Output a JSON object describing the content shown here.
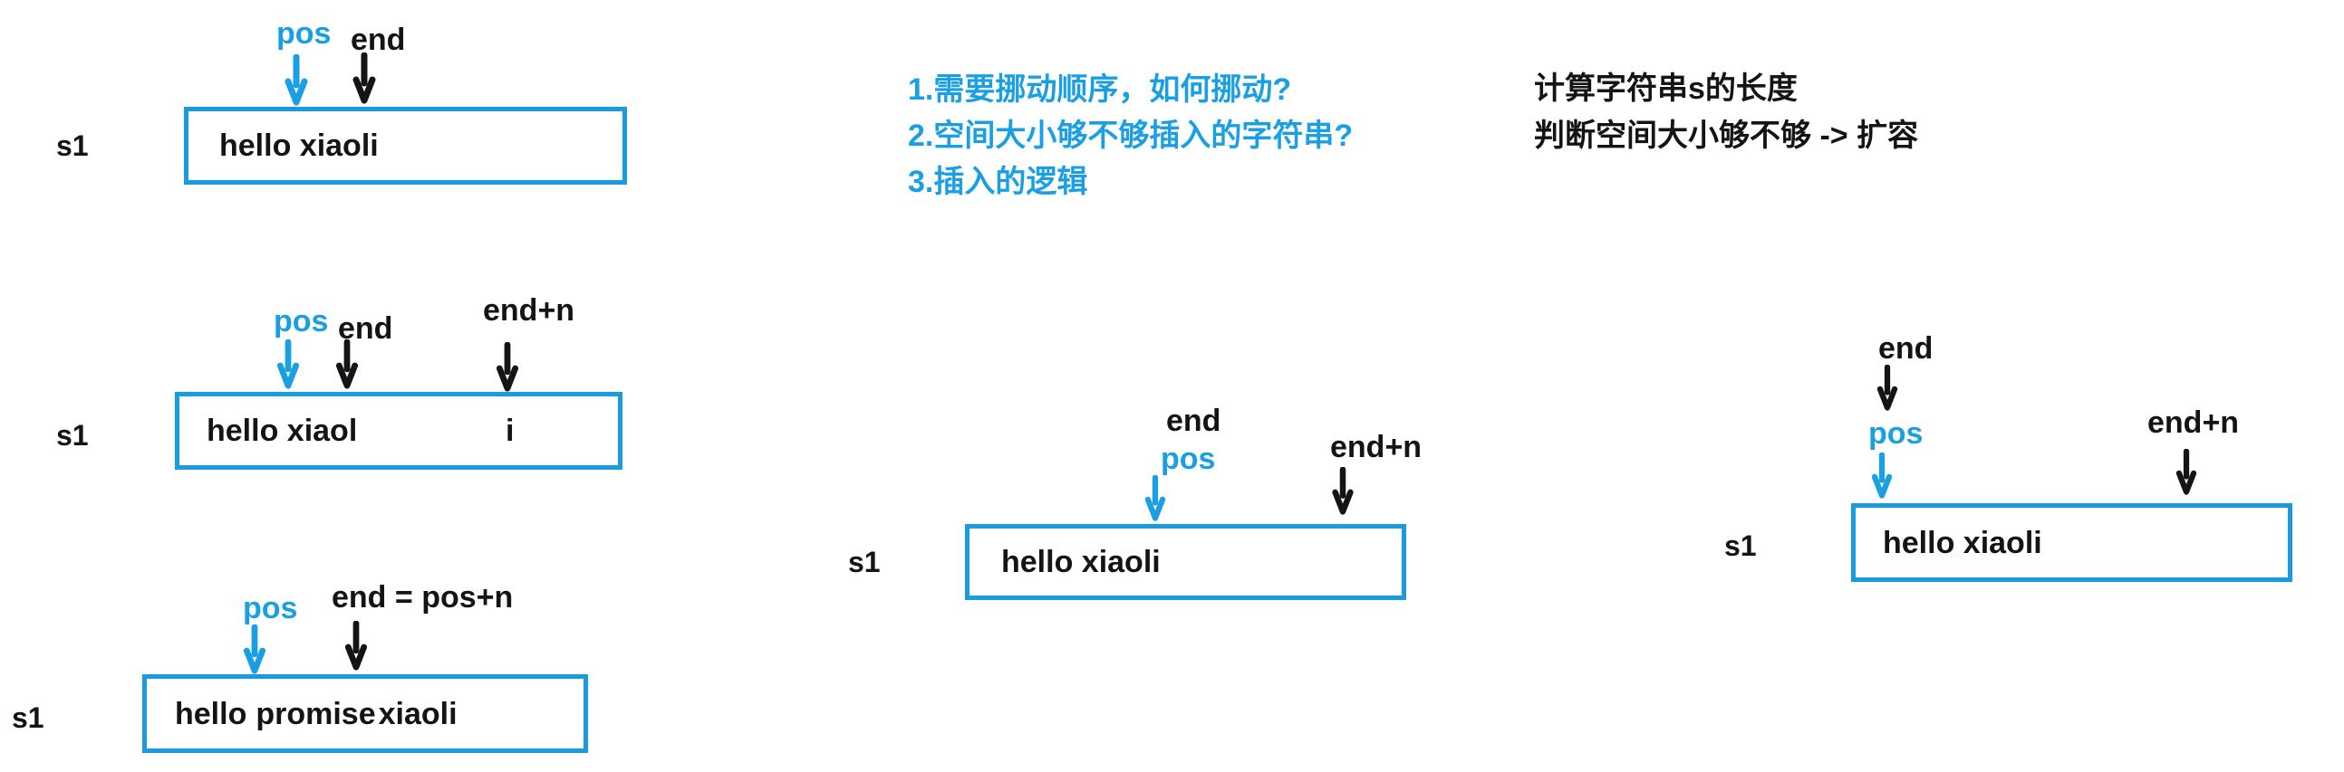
{
  "colors": {
    "pen_blue": "#1B9FE3",
    "pen_red": "#EE2224",
    "pen_black": "#141414",
    "box_border_blue": "#189CDE"
  },
  "notes": {
    "blue": [
      "1.需要挪动顺序，如何挪动?",
      "2.空间大小够不够插入的字符串?",
      "3.插入的逻辑"
    ],
    "black": [
      "计算字符串s的长度",
      "判断空间大小够不够 -> 扩容"
    ]
  },
  "diagram1": {
    "var": "s1",
    "pos": "pos",
    "end": "end",
    "text": "hello xiaoli"
  },
  "diagram2": {
    "var": "s1",
    "pos": "pos",
    "end": "end",
    "end_n": "end+n",
    "text_left": "hello xiaol",
    "text_right": "i"
  },
  "diagram3": {
    "var": "s1",
    "pos": "pos",
    "end": "end = pos+n",
    "text_black_1": "hello",
    "text_red": "promise",
    "text_black_2": "xiaoli"
  },
  "diagram4": {
    "var": "s1",
    "end": "end",
    "pos": "pos",
    "end_n": "end+n",
    "text": "hello xiaoli"
  },
  "diagram5": {
    "var": "s1",
    "end": "end",
    "pos": "pos",
    "end_n": "end+n",
    "text": "hello xiaoli"
  }
}
